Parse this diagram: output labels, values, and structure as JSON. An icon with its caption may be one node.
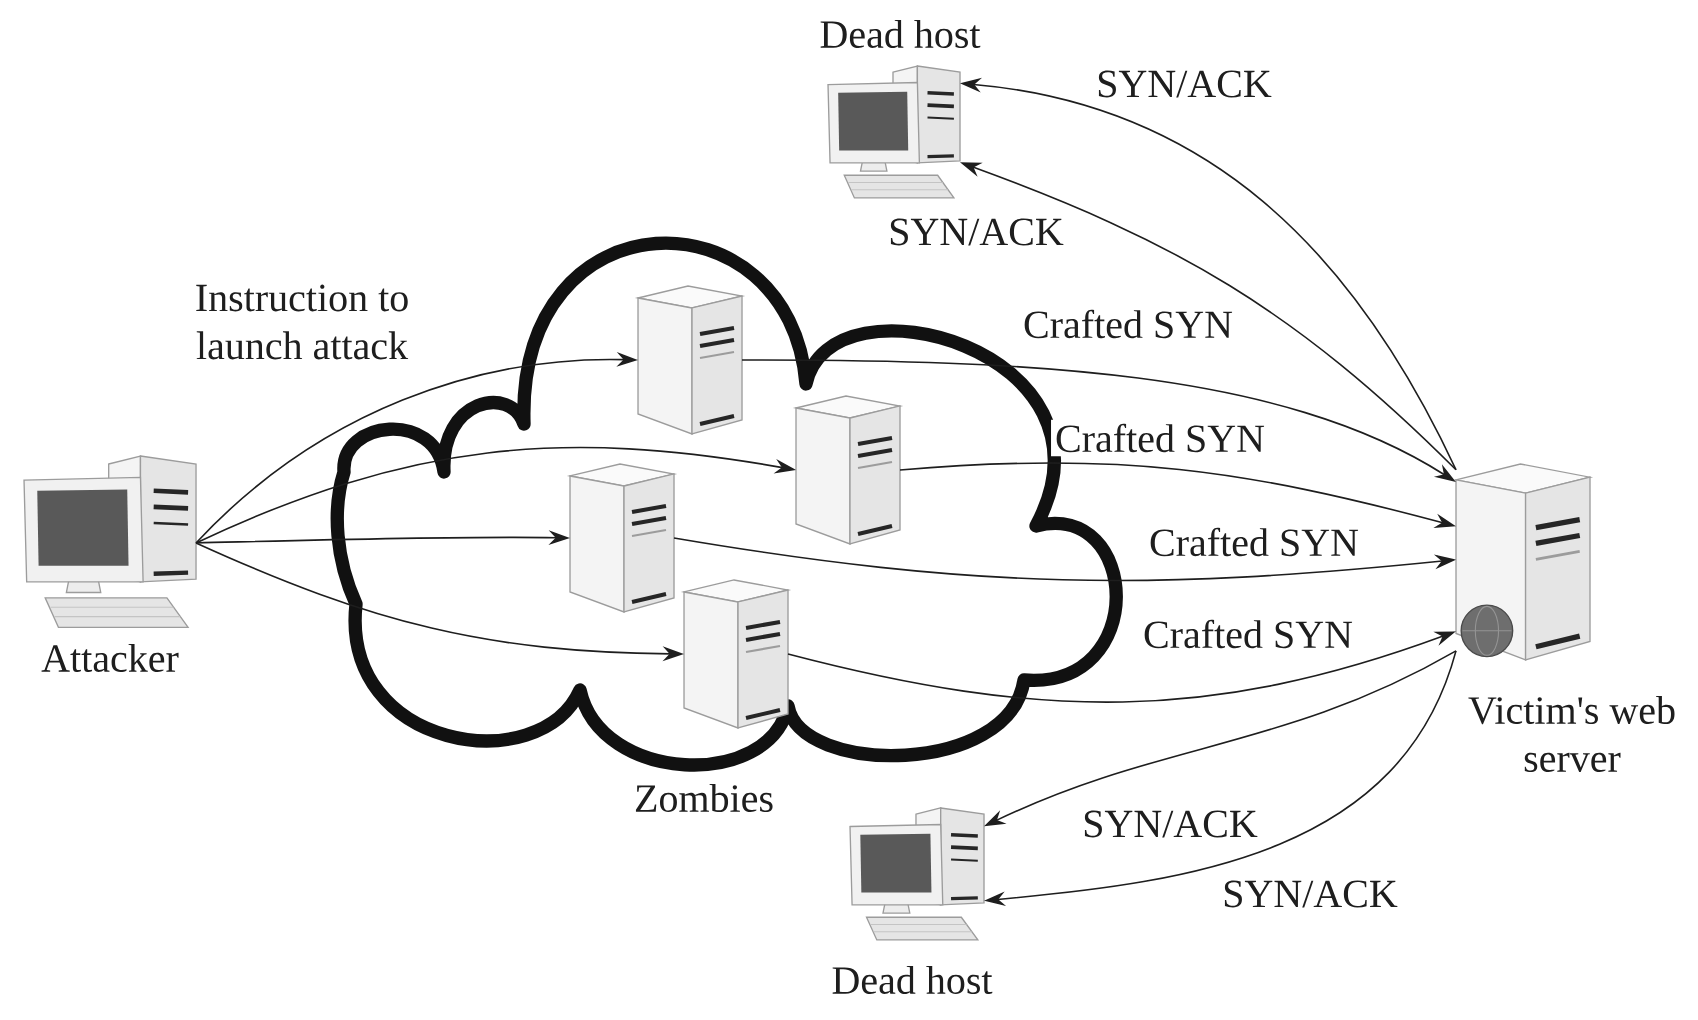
{
  "diagram": {
    "nodes": [
      {
        "text": [
          "Dead host"
        ]
      },
      {
        "text": [
          "Attacker"
        ]
      },
      {
        "text": [
          "Zombies"
        ]
      },
      {
        "text": [],
        "shape": "picture",
        "in": 2
      },
      {
        "text": [],
        "shape": "picture",
        "in": 2
      },
      {
        "text": [],
        "shape": "picture",
        "in": 2
      },
      {
        "text": [],
        "shape": "picture",
        "in": 2
      },
      {
        "text": [
          "Victim's web server"
        ]
      },
      {
        "text": [
          "Dead host"
        ]
      }
    ],
    "edges": [
      {
        "from": 1,
        "to": 3,
        "arrow": "to",
        "label": "Instruction to launch attack"
      },
      {
        "from": 1,
        "to": 4,
        "arrow": "to"
      },
      {
        "from": 1,
        "to": 5,
        "arrow": "to"
      },
      {
        "from": 1,
        "to": 6,
        "arrow": "to"
      },
      {
        "from": 3,
        "to": 7,
        "arrow": "to",
        "label": "Crafted SYN"
      },
      {
        "from": 4,
        "to": 7,
        "arrow": "to",
        "label": "Crafted SYN"
      },
      {
        "from": 5,
        "to": 7,
        "arrow": "to",
        "label": "Crafted SYN"
      },
      {
        "from": 6,
        "to": 7,
        "arrow": "to",
        "label": "Crafted SYN"
      },
      {
        "from": 7,
        "to": 0,
        "arrow": "to",
        "label": "SYN/ACK"
      },
      {
        "from": 7,
        "to": 0,
        "arrow": "to",
        "label": "SYN/ACK"
      },
      {
        "from": 7,
        "to": 8,
        "arrow": "to",
        "label": "SYN/ACK"
      },
      {
        "from": 7,
        "to": 8,
        "arrow": "to",
        "label": "SYN/ACK"
      }
    ]
  }
}
